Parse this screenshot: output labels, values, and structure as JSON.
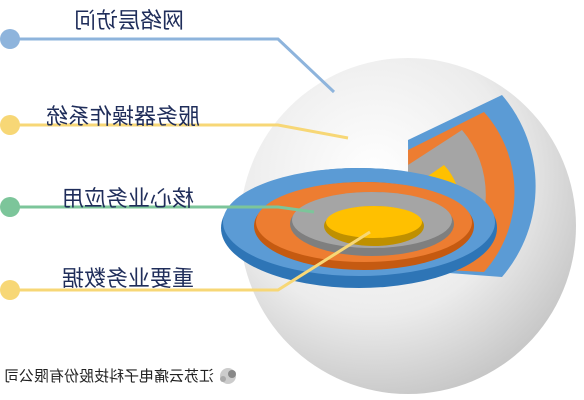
{
  "layers": [
    {
      "label": "网络层访问",
      "leader_color": "#8eb4dc"
    },
    {
      "label": "服务器操作系统",
      "leader_color": "#f7d776"
    },
    {
      "label": "核心业务应用",
      "leader_color": "#7cc59a"
    },
    {
      "label": "重要业务数据",
      "leader_color": "#f7d776"
    }
  ],
  "ring_colors": {
    "outer_blue": "#5b9bd5",
    "outer_blue_dark": "#2e75b6",
    "orange": "#ed7d31",
    "orange_dark": "#c55a11",
    "gray": "#a5a5a5",
    "gray_dark": "#7f7f7f",
    "core": "#ffc000",
    "core_dark": "#bf9000",
    "sphere_light": "#f7f7f7",
    "sphere_dark": "#c8c8c8"
  },
  "footer": {
    "company": "江苏云痛电子科技股份有限公司"
  }
}
